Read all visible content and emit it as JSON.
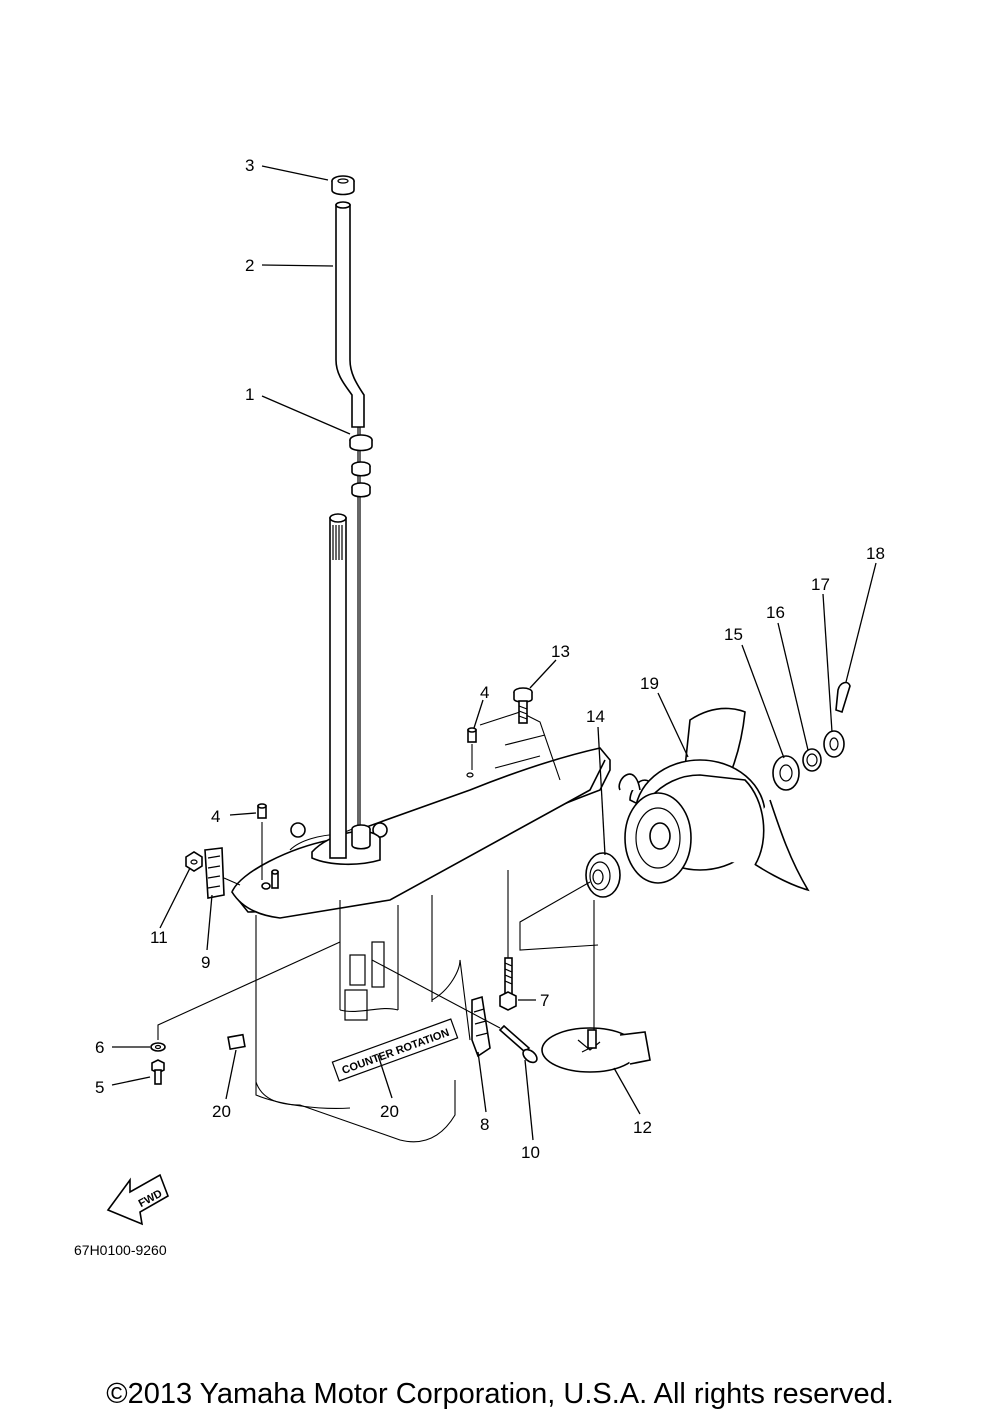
{
  "diagram": {
    "code": "67H0100-9260",
    "fwd_label": "FWD",
    "decal_text": "COUNTER ROTATION",
    "callouts": [
      "1",
      "2",
      "3",
      "4",
      "4",
      "5",
      "6",
      "7",
      "8",
      "9",
      "10",
      "11",
      "12",
      "13",
      "14",
      "15",
      "16",
      "17",
      "18",
      "19",
      "20",
      "20"
    ]
  },
  "footer": {
    "copyright": "©2013 Yamaha Motor Corporation, U.S.A. All rights reserved."
  }
}
